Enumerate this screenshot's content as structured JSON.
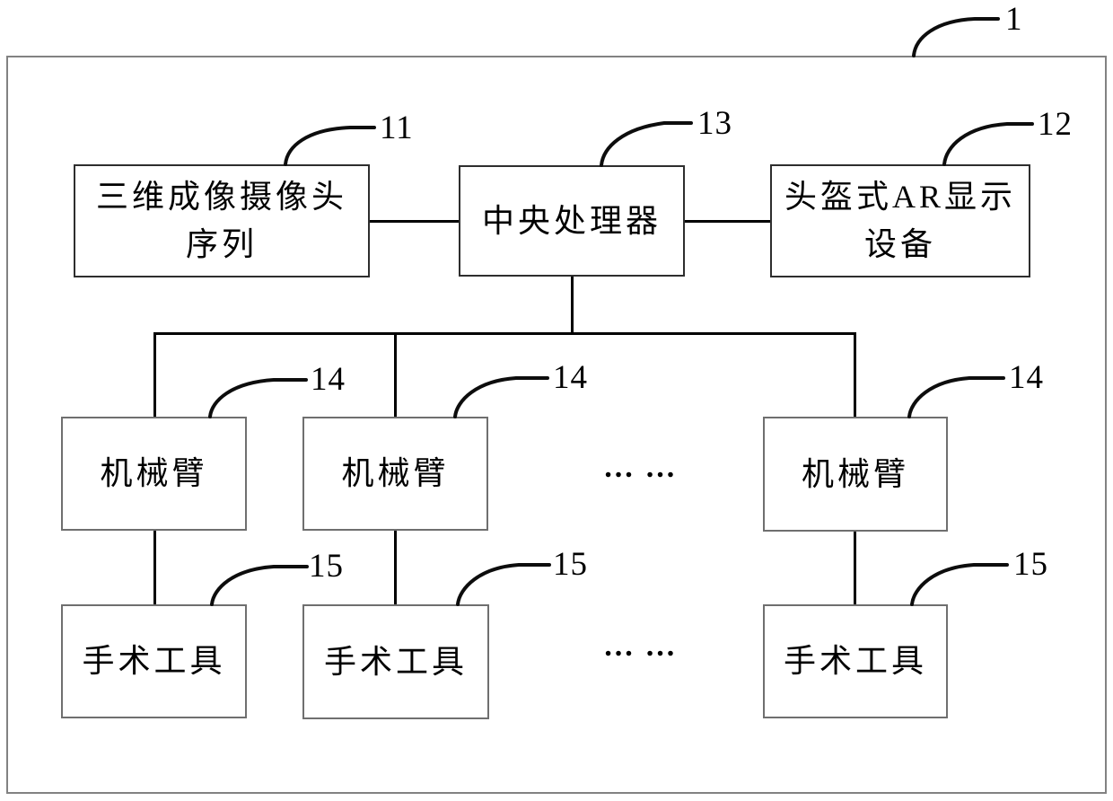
{
  "diagram": {
    "system_ref": "1",
    "nodes": {
      "camera": {
        "lines": [
          "三维成像摄像头",
          "序列"
        ],
        "ref": "11"
      },
      "cpu": {
        "lines": [
          "中央处理器"
        ],
        "ref": "13"
      },
      "ar": {
        "lines": [
          "头盔式AR显示",
          "设备"
        ],
        "ref": "12"
      },
      "arm1": {
        "lines": [
          "机械臂"
        ],
        "ref": "14"
      },
      "arm2": {
        "lines": [
          "机械臂"
        ],
        "ref": "14"
      },
      "arm3": {
        "lines": [
          "机械臂"
        ],
        "ref": "14"
      },
      "tool1": {
        "lines": [
          "手术工具"
        ],
        "ref": "15"
      },
      "tool2": {
        "lines": [
          "手术工具"
        ],
        "ref": "15"
      },
      "tool3": {
        "lines": [
          "手术工具"
        ],
        "ref": "15"
      }
    },
    "ellipsis_arms": "… …",
    "ellipsis_tools": "… …",
    "colors": {
      "connector": "#000000",
      "outer_border": "#828282",
      "box_border_dark": "#2e2e2e",
      "box_border_light": "#6f6f6f",
      "text": "#000000"
    }
  }
}
